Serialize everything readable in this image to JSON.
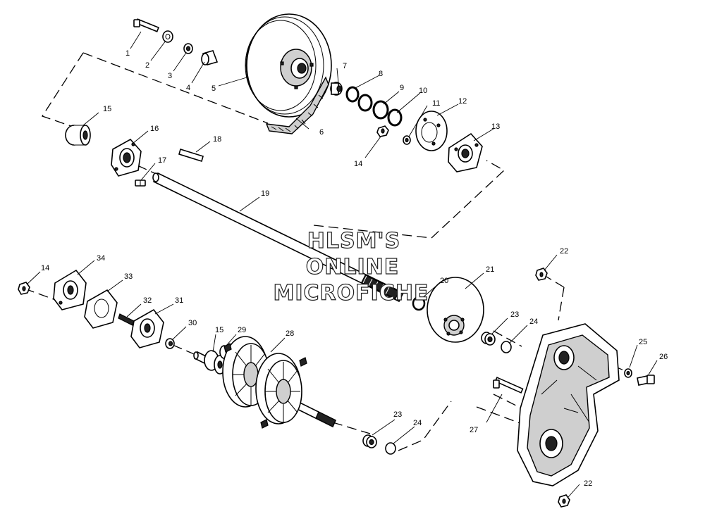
{
  "watermark": [
    "HLSM'S",
    "ONLINE",
    "MICROFICHE"
  ],
  "callouts": [
    "1",
    "2",
    "3",
    "4",
    "5",
    "6",
    "7",
    "8",
    "9",
    "10",
    "11",
    "12",
    "13",
    "14",
    "15",
    "16",
    "17",
    "18",
    "19",
    "14",
    "34",
    "33",
    "32",
    "31",
    "30",
    "15",
    "29",
    "28",
    "20",
    "21",
    "22",
    "23",
    "24",
    "25",
    "26",
    "27",
    "23",
    "24",
    "22"
  ]
}
